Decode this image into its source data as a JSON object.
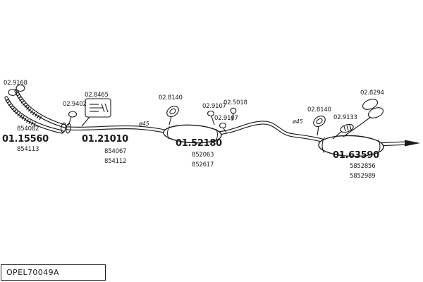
{
  "footer": {
    "code": "OPEL70049A"
  },
  "annotations": {
    "diameter_mid": "ø45",
    "diameter_rear": "ø45"
  },
  "parts": {
    "front_gasket": {
      "ref": "02.9168"
    },
    "front_clamp": {
      "ref": "02.9402"
    },
    "bracket": {
      "ref": "02.8465"
    },
    "front_pipe": {
      "ref": "01.15560",
      "oe": [
        "854082",
        "854113"
      ]
    },
    "center_pipe": {
      "ref": "01.21010",
      "oe": [
        "854067",
        "854112"
      ]
    },
    "mid_ring": {
      "ref": "02.8140"
    },
    "center_muffler": {
      "ref": "01.52180",
      "oe": [
        "852063",
        "852617"
      ]
    },
    "clamp_upper": {
      "ref": "02.9107"
    },
    "bolt": {
      "ref": "02.5018"
    },
    "clamp_lower": {
      "ref": "02.9107"
    },
    "rear_ring": {
      "ref": "02.8140"
    },
    "rear_hanger": {
      "ref": "02.9133"
    },
    "rear_gasket": {
      "ref": "02.8294"
    },
    "rear_muffler": {
      "ref": "01.63590",
      "oe": [
        "5852856",
        "5852989"
      ]
    }
  }
}
